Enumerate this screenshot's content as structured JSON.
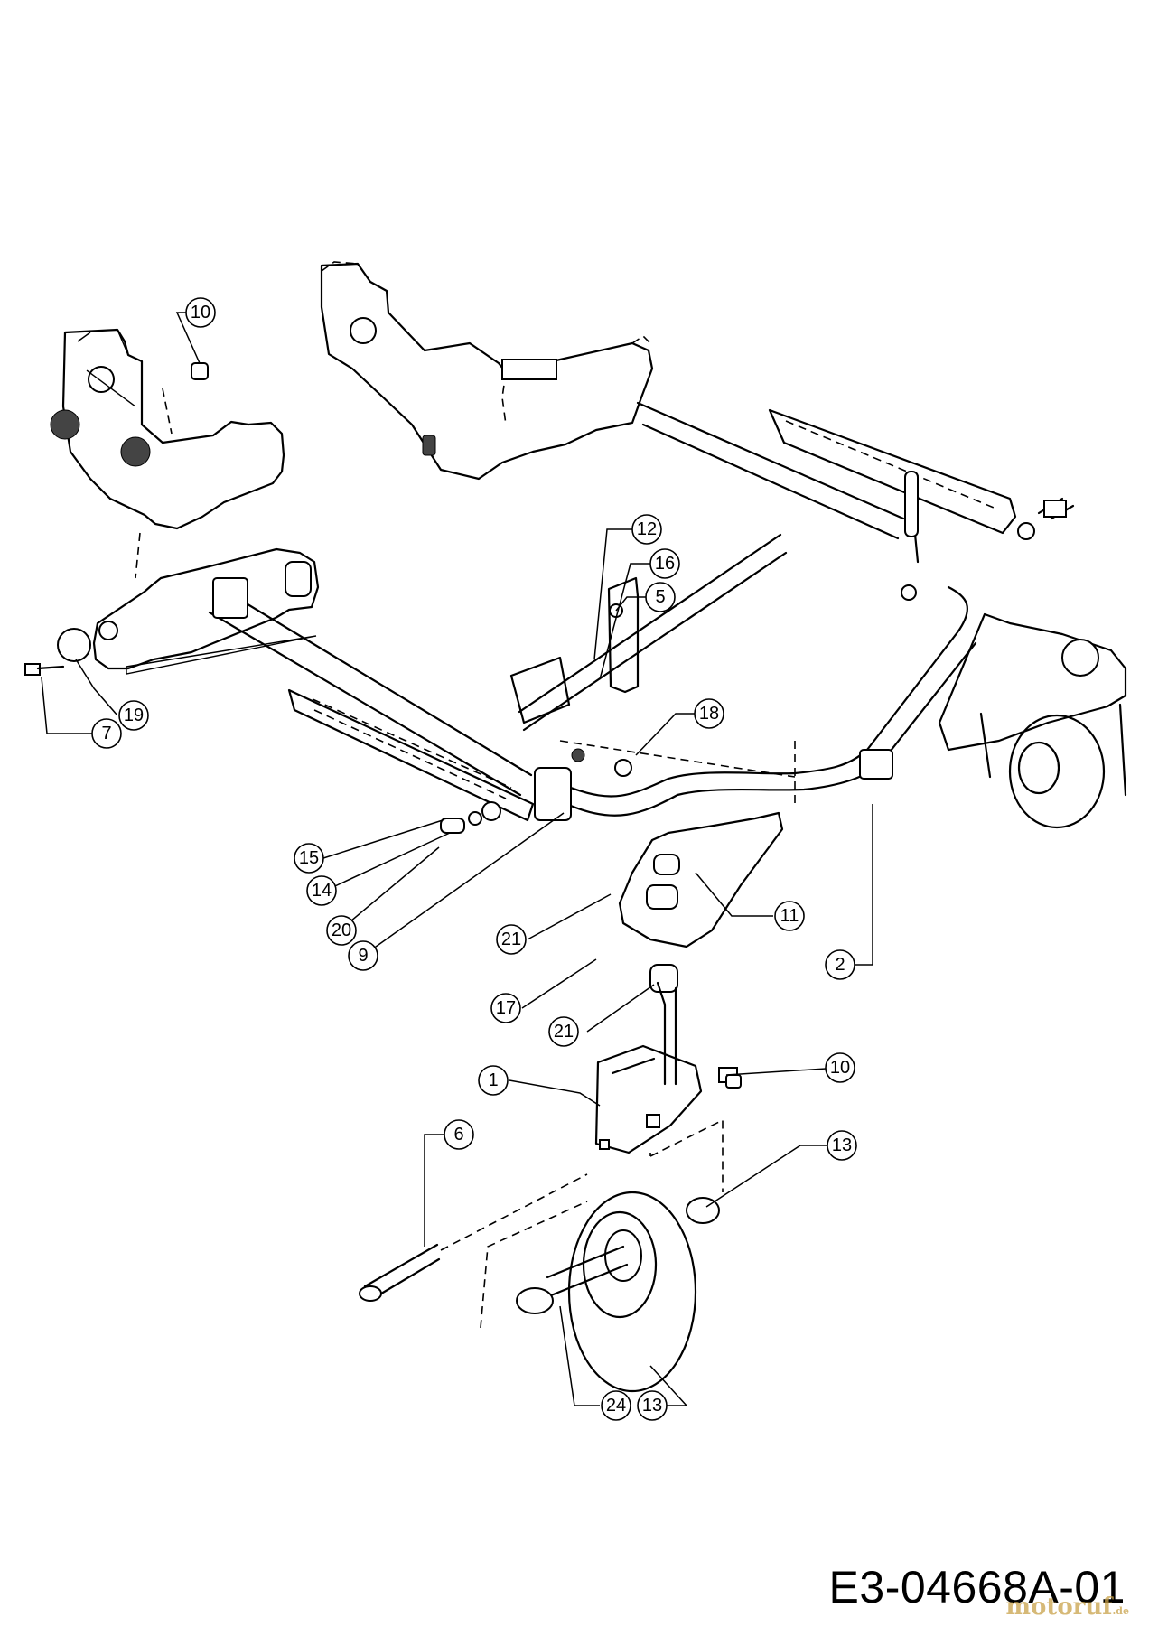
{
  "document": {
    "code": "E3-04668A-01",
    "watermark": "motoruf",
    "watermark_suffix": ".de"
  },
  "callouts": [
    {
      "id": "c10a",
      "label": "10"
    },
    {
      "id": "c12",
      "label": "12"
    },
    {
      "id": "c16",
      "label": "16"
    },
    {
      "id": "c5",
      "label": "5"
    },
    {
      "id": "c18",
      "label": "18"
    },
    {
      "id": "c19",
      "label": "19"
    },
    {
      "id": "c7",
      "label": "7"
    },
    {
      "id": "c15",
      "label": "15"
    },
    {
      "id": "c14",
      "label": "14"
    },
    {
      "id": "c20",
      "label": "20"
    },
    {
      "id": "c9",
      "label": "9"
    },
    {
      "id": "c21a",
      "label": "21"
    },
    {
      "id": "c11",
      "label": "11"
    },
    {
      "id": "c2",
      "label": "2"
    },
    {
      "id": "c17",
      "label": "17"
    },
    {
      "id": "c21b",
      "label": "21"
    },
    {
      "id": "c1",
      "label": "1"
    },
    {
      "id": "c10b",
      "label": "10"
    },
    {
      "id": "c6",
      "label": "6"
    },
    {
      "id": "c13a",
      "label": "13"
    },
    {
      "id": "c24",
      "label": "24"
    },
    {
      "id": "c13b",
      "label": "13"
    }
  ]
}
